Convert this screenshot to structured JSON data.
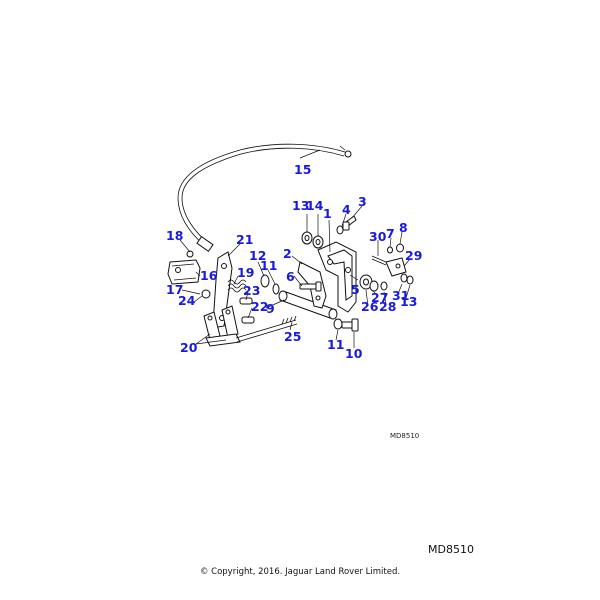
{
  "callout_color": "#1a1adb",
  "diagram_ref_small": "MD8510",
  "diagram_ref_large": "MD8510",
  "copyright": "© Copyright, 2016. Jaguar Land Rover Limited.",
  "callouts": [
    {
      "id": "c15",
      "label": "15"
    },
    {
      "id": "c13a",
      "label": "13"
    },
    {
      "id": "c14",
      "label": "14"
    },
    {
      "id": "c1",
      "label": "1"
    },
    {
      "id": "c4",
      "label": "4"
    },
    {
      "id": "c3",
      "label": "3"
    },
    {
      "id": "c8",
      "label": "8"
    },
    {
      "id": "c7",
      "label": "7"
    },
    {
      "id": "c30",
      "label": "30"
    },
    {
      "id": "c29",
      "label": "29"
    },
    {
      "id": "c18",
      "label": "18"
    },
    {
      "id": "c21",
      "label": "21"
    },
    {
      "id": "c2",
      "label": "2"
    },
    {
      "id": "c12",
      "label": "12"
    },
    {
      "id": "c11a",
      "label": "11"
    },
    {
      "id": "c19",
      "label": "19"
    },
    {
      "id": "c16",
      "label": "16"
    },
    {
      "id": "c6",
      "label": "6"
    },
    {
      "id": "c17",
      "label": "17"
    },
    {
      "id": "c24",
      "label": "24"
    },
    {
      "id": "c23",
      "label": "23"
    },
    {
      "id": "c22",
      "label": "22"
    },
    {
      "id": "c9",
      "label": "9"
    },
    {
      "id": "c5",
      "label": "5"
    },
    {
      "id": "c27",
      "label": "27"
    },
    {
      "id": "c26",
      "label": "26"
    },
    {
      "id": "c28",
      "label": "28"
    },
    {
      "id": "c31",
      "label": "31"
    },
    {
      "id": "c13b",
      "label": "13"
    },
    {
      "id": "c20",
      "label": "20"
    },
    {
      "id": "c25",
      "label": "25"
    },
    {
      "id": "c11b",
      "label": "11"
    },
    {
      "id": "c10",
      "label": "10"
    }
  ]
}
